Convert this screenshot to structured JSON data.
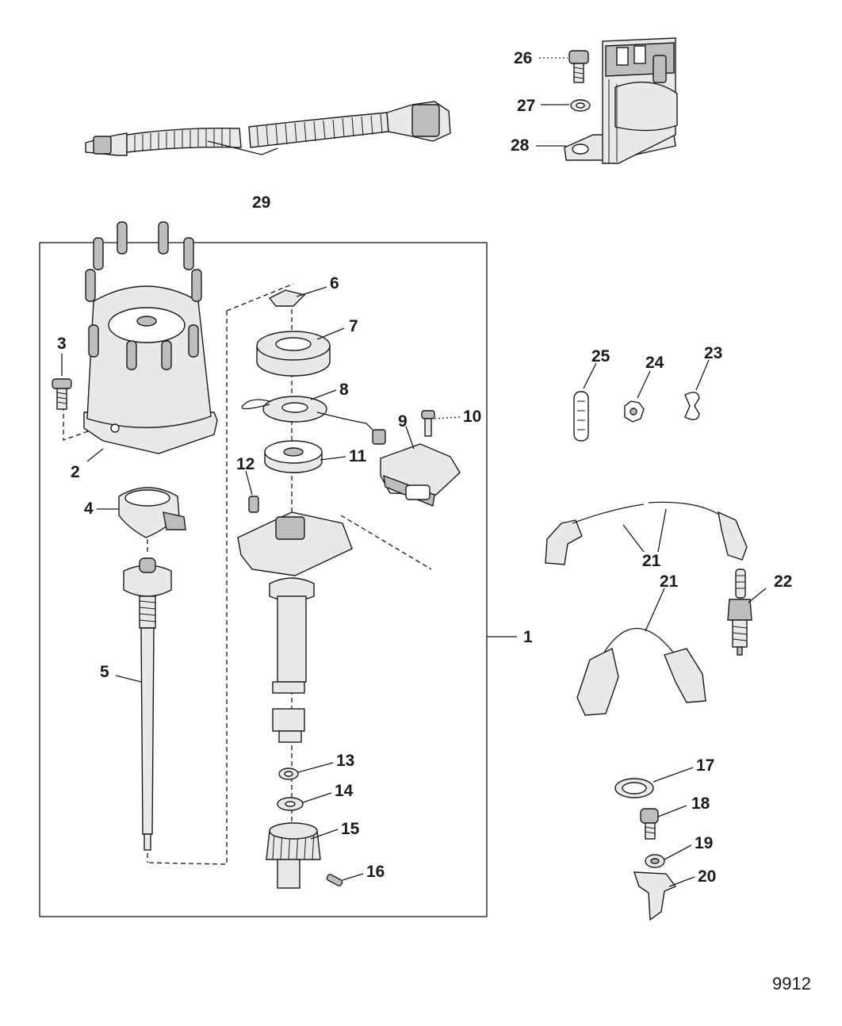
{
  "figure_number": "9912",
  "callouts": [
    "1",
    "2",
    "3",
    "4",
    "5",
    "6",
    "7",
    "8",
    "9",
    "10",
    "11",
    "12",
    "13",
    "14",
    "15",
    "16",
    "17",
    "18",
    "19",
    "20",
    "21",
    "21",
    "22",
    "23",
    "24",
    "25",
    "26",
    "27",
    "28",
    "29"
  ]
}
